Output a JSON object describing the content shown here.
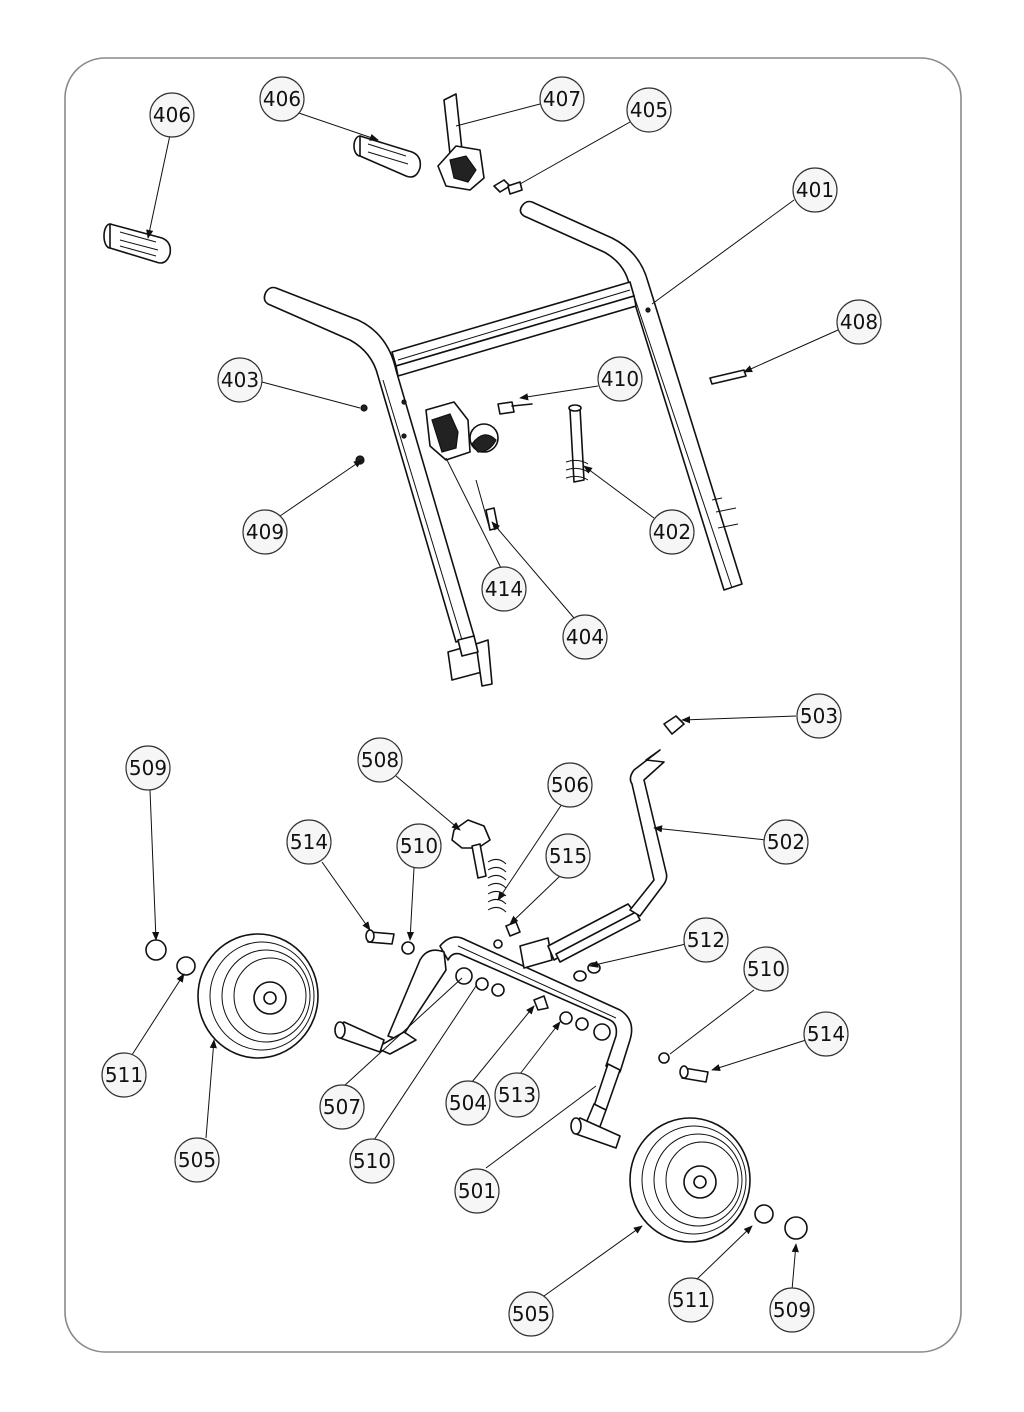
{
  "diagram": {
    "type": "exploded-parts-diagram",
    "colors": {
      "line": "#111111",
      "frame": "#8a8a8a",
      "balloon_fill": "#f6f6f6"
    },
    "callouts": [
      {
        "id": "c-406a",
        "label": "406"
      },
      {
        "id": "c-406b",
        "label": "406"
      },
      {
        "id": "c-407",
        "label": "407"
      },
      {
        "id": "c-405",
        "label": "405"
      },
      {
        "id": "c-401",
        "label": "401"
      },
      {
        "id": "c-408",
        "label": "408"
      },
      {
        "id": "c-403",
        "label": "403"
      },
      {
        "id": "c-410",
        "label": "410"
      },
      {
        "id": "c-409",
        "label": "409"
      },
      {
        "id": "c-402",
        "label": "402"
      },
      {
        "id": "c-414",
        "label": "414"
      },
      {
        "id": "c-404",
        "label": "404"
      },
      {
        "id": "c-503",
        "label": "503"
      },
      {
        "id": "c-509a",
        "label": "509"
      },
      {
        "id": "c-508",
        "label": "508"
      },
      {
        "id": "c-506",
        "label": "506"
      },
      {
        "id": "c-502",
        "label": "502"
      },
      {
        "id": "c-514a",
        "label": "514"
      },
      {
        "id": "c-510a",
        "label": "510"
      },
      {
        "id": "c-515",
        "label": "515"
      },
      {
        "id": "c-512",
        "label": "512"
      },
      {
        "id": "c-510b",
        "label": "510"
      },
      {
        "id": "c-514b",
        "label": "514"
      },
      {
        "id": "c-511a",
        "label": "511"
      },
      {
        "id": "c-507",
        "label": "507"
      },
      {
        "id": "c-504",
        "label": "504"
      },
      {
        "id": "c-513",
        "label": "513"
      },
      {
        "id": "c-505a",
        "label": "505"
      },
      {
        "id": "c-510c",
        "label": "510"
      },
      {
        "id": "c-501",
        "label": "501"
      },
      {
        "id": "c-505b",
        "label": "505"
      },
      {
        "id": "c-511b",
        "label": "511"
      },
      {
        "id": "c-509b",
        "label": "509"
      }
    ]
  }
}
